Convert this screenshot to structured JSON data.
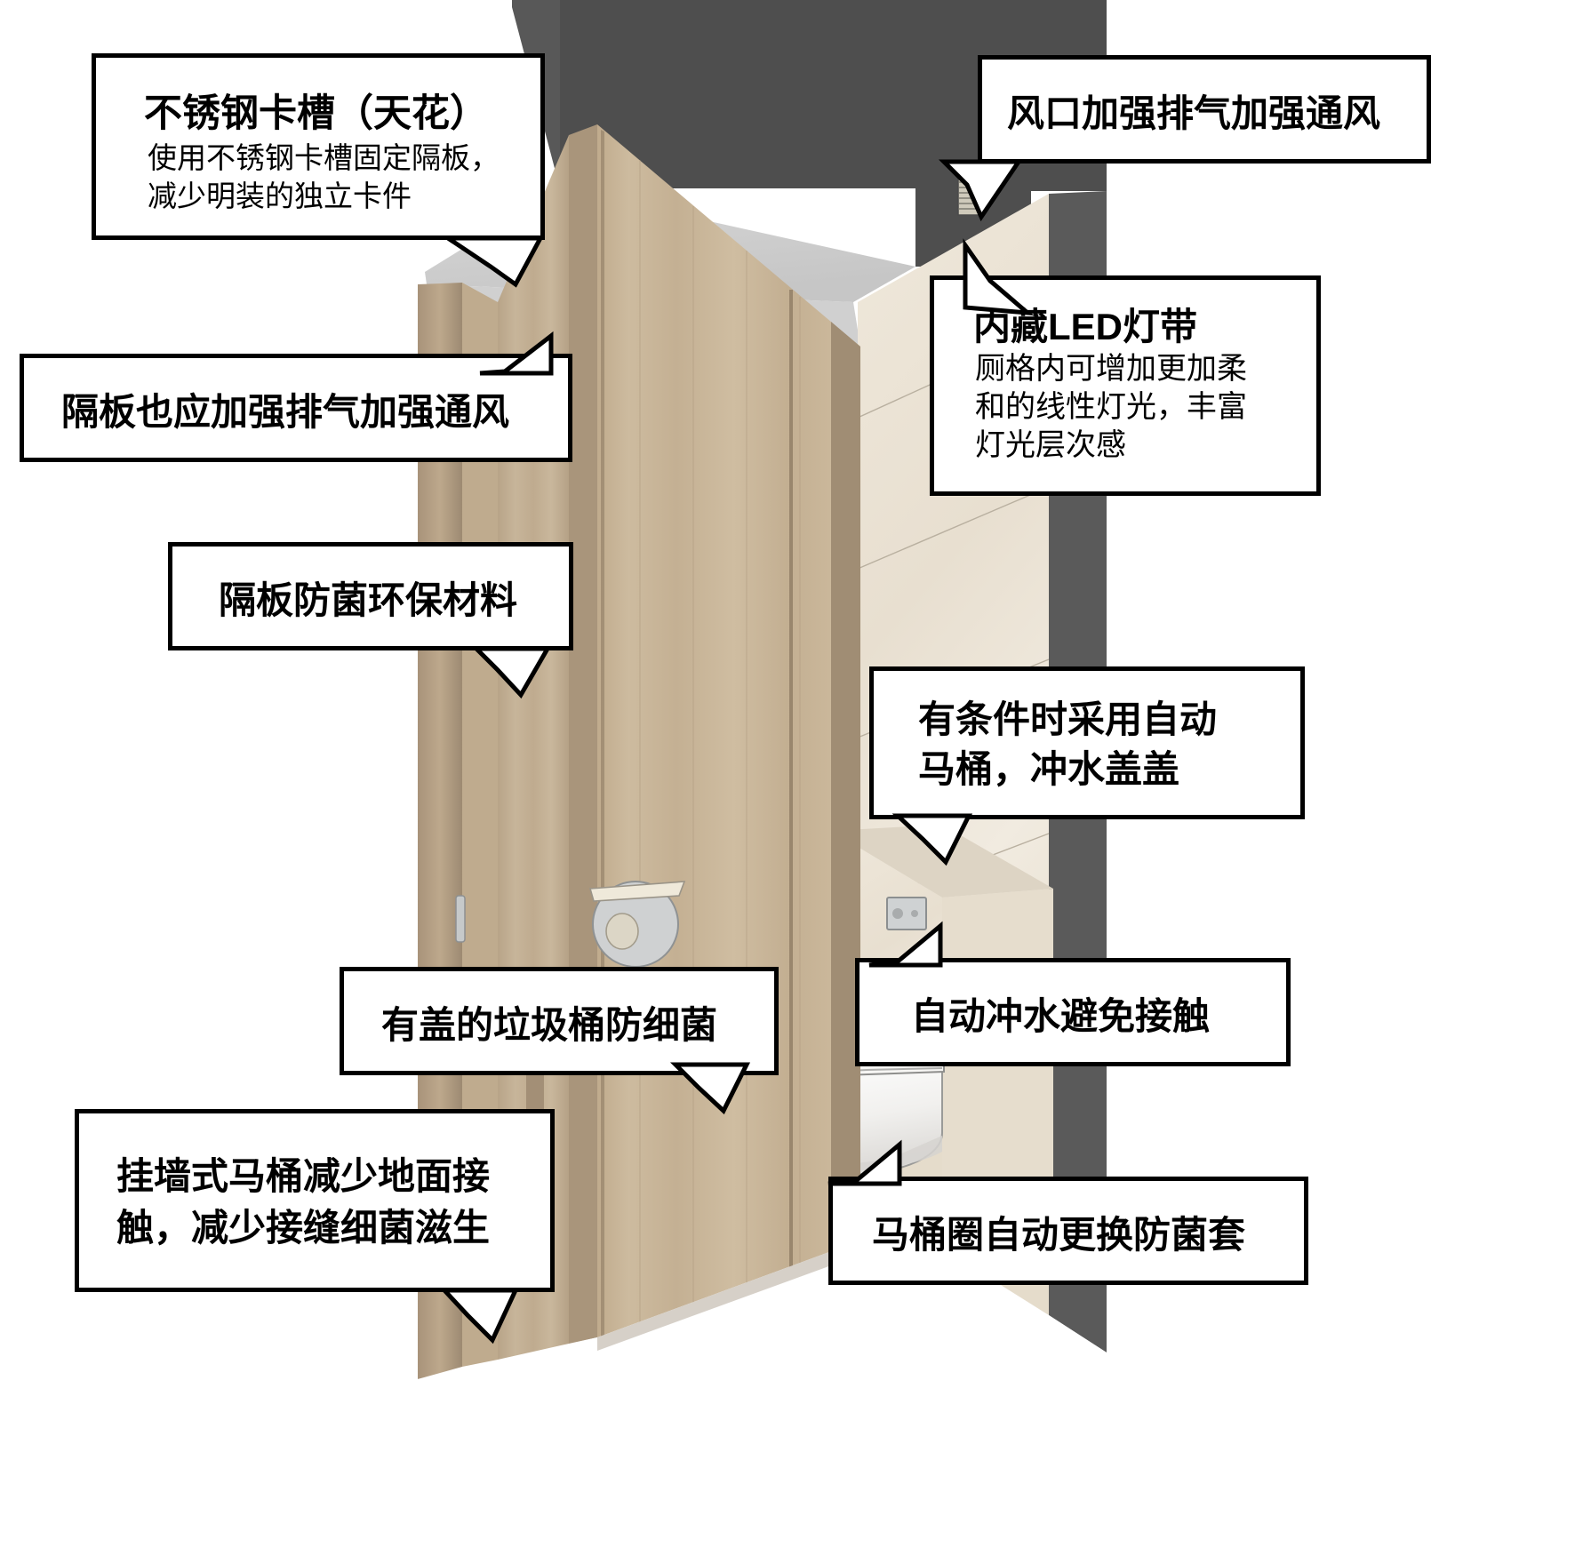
{
  "diagram": {
    "subject": "toilet-cubicle-hygiene-design-annotated-3d-section",
    "background_color": "#ffffff",
    "line_color": "#000000"
  },
  "callouts": [
    {
      "id": "ceiling-track",
      "title": "不锈钢卡槽（天花）",
      "body_lines": [
        "使用不锈钢卡槽固定隔板，",
        "减少明装的独立卡件"
      ]
    },
    {
      "id": "vent-exhaust",
      "title": "风口加强排气加强通风",
      "body_lines": []
    },
    {
      "id": "led-strip",
      "title": "内藏LED灯带",
      "body_lines": [
        "厕格内可增加更加柔",
        "和的线性灯光，丰富",
        "灯光层次感"
      ]
    },
    {
      "id": "partition-vent",
      "title": "隔板也应加强排气加强通风",
      "body_lines": []
    },
    {
      "id": "partition-material",
      "title": "隔板防菌环保材料",
      "body_lines": []
    },
    {
      "id": "auto-toilet",
      "title": "有条件时采用自动",
      "body_lines": [
        "马桶，冲水盖盖"
      ]
    },
    {
      "id": "auto-flush",
      "title": "自动冲水避免接触",
      "body_lines": []
    },
    {
      "id": "covered-bin",
      "title": "有盖的垃圾桶防细菌",
      "body_lines": []
    },
    {
      "id": "wall-hung-toilet",
      "title": "挂墙式马桶减少地面接",
      "body_lines": [
        "触，减少接缝细菌滋生"
      ]
    },
    {
      "id": "seat-cover",
      "title": "马桶圈自动更换防菌套",
      "body_lines": []
    }
  ],
  "scene_colors": {
    "ceiling_dark": "#4a4a4a",
    "ceiling_light": "#cfcfcf",
    "wood_light": "#cbb79b",
    "wood_mid": "#c2ad91",
    "wood_door": "#c6b295",
    "wood_dark": "#9c8a73",
    "stone_light": "#ece4d6",
    "stone_mid": "#e2d9c8",
    "porcelain": "#f2f2f0",
    "metal": "#b9bcbe",
    "shadow": "#5b5b5b"
  }
}
